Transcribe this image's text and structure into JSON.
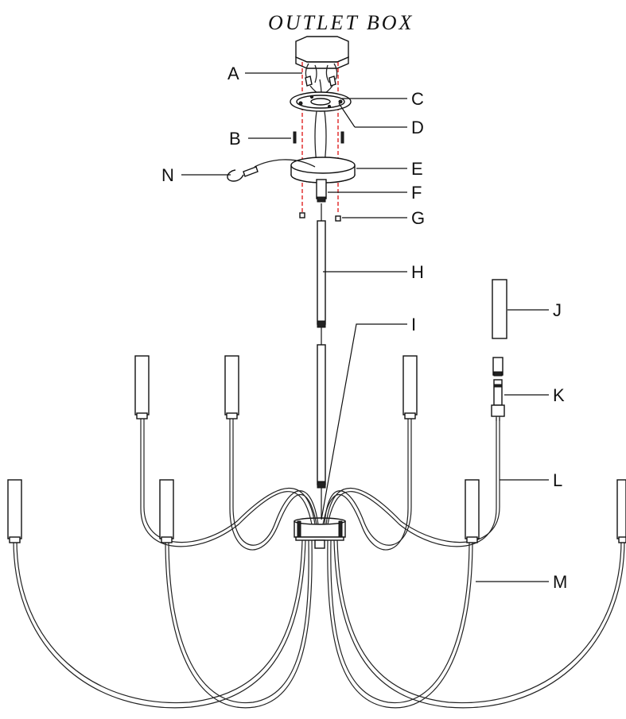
{
  "title": "OUTLET BOX",
  "labels": {
    "A": "A",
    "B": "B",
    "C": "C",
    "D": "D",
    "E": "E",
    "F": "F",
    "G": "G",
    "H": "H",
    "I": "I",
    "J": "J",
    "K": "K",
    "L": "L",
    "M": "M",
    "N": "N"
  },
  "colors": {
    "line": "#111111",
    "guide": "#dd1111",
    "background": "#ffffff"
  }
}
